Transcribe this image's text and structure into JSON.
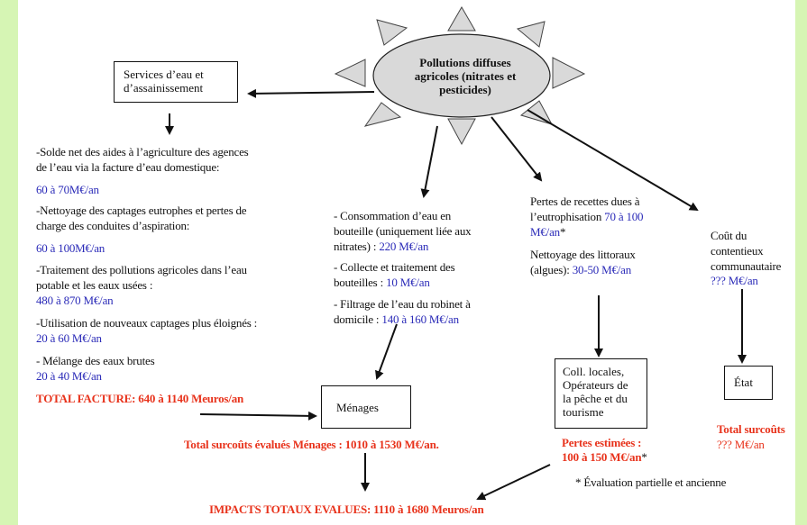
{
  "hub": {
    "lines": [
      "Pollutions diffuses",
      "agricoles (nitrates et",
      "pesticides)"
    ]
  },
  "services_box": {
    "lines": [
      "Services d’eau et",
      "d’assainissement"
    ]
  },
  "left_column": {
    "l1": "-Solde net des aides à l’agriculture des agences",
    "l2": "de l’eau via la facture d’eau domestique:",
    "v1": "60 à 70M€/an",
    "l3": "-Nettoyage des captages eutrophes et pertes de",
    "l4": "charge des conduites d’aspiration:",
    "v2": " 60 à 100M€/an",
    "l5": "-Traitement des pollutions agricoles dans l’eau",
    "l6": "potable et les eaux usées :",
    "v3": "480  à 870 M€/an",
    "l7": "-Utilisation de nouveaux captages plus éloignés :",
    "v4": "20 à 60 M€/an",
    "l8": "- Mélange des eaux brutes",
    "v5": "20 à  40 M€/an",
    "total": "TOTAL FACTURE: 640 à 1140 Meuros/an"
  },
  "middle_column": {
    "l1": "- Consommation d’eau en",
    "l2": "bouteille (uniquement liée aux",
    "l3a": "nitrates) :  ",
    "l3b": "220 M€/an",
    "l4": "- Collecte et traitement des",
    "l5a": "bouteilles :  ",
    "l5b": "10 M€/an",
    "l6": "- Filtrage de l’eau du robinet à",
    "l7a": "domicile :  ",
    "l7b": "140 à 160 M€/an"
  },
  "right_column": {
    "l1": "Pertes de recettes dues à",
    "l2a": "l’eutrophisation ",
    "l2b": "70 à 100",
    "l3a": "M€/an",
    "l3b": "*",
    "l4": "Nettoyage des littoraux",
    "l5a": "(algues): ",
    "l5b": "30-50 M€/an"
  },
  "far_right": {
    "l1": "Coût du",
    "l2": "contentieux",
    "l3": "communautaire",
    "v": "??? M€/an"
  },
  "menages_box": {
    "label": "Ménages"
  },
  "menages_total": "Total surcoûts évalués Ménages : 1010 à 1530 M€/an.",
  "coll_box": {
    "lines": [
      "Coll. locales,",
      "Opérateurs de",
      "la pêche et du",
      "tourisme"
    ]
  },
  "coll_total": {
    "l1": "Pertes estimées :",
    "l2a": "100 à 150 M€/an",
    "l2b": "*"
  },
  "etat_box": {
    "label": "État"
  },
  "etat_total": {
    "l1": "Total surcoûts",
    "l2": "??? M€/an"
  },
  "footnote": "* Évaluation partielle et ancienne",
  "grand_total": "IMPACTS TOTAUX EVALUES: 1110 à 1680 Meuros/an",
  "colors": {
    "background": "#d6f5b4",
    "blue_values": "#2b2bb8",
    "red_totals": "#e8331c",
    "rays": "#d9d9d9"
  }
}
